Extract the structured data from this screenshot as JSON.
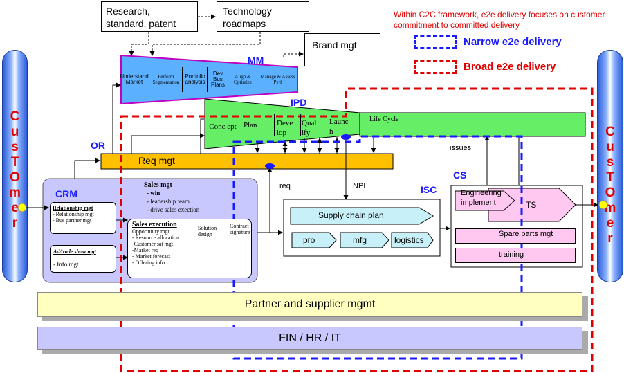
{
  "top": {
    "research": "Research, standard, patent",
    "roadmaps": "Technology roadmaps",
    "brand": "Brand mgt"
  },
  "legend": {
    "note": "Within C2C framework, e2e delivery focuses on customer commitment to committed delivery",
    "narrow": "Narrow e2e delivery",
    "broad": "Broad e2e delivery"
  },
  "customer_left": [
    "C",
    "u",
    "s",
    "T",
    "O",
    "m",
    "e",
    "r"
  ],
  "customer_right": [
    "C",
    "u",
    "s",
    "T",
    "O",
    "m",
    "e",
    "r"
  ],
  "mm": {
    "label": "MM",
    "cells": [
      "Understand Market",
      "Perform Segmentation",
      "Portfolio analysis",
      "Dev Bus Plans",
      "Align & Optimize",
      "Manage & Assess Perf"
    ]
  },
  "ipd": {
    "label": "IPD",
    "cells": [
      "Conc ept",
      "Plan",
      "Deve lop",
      "Qual ify",
      "Launc h",
      "Life Cycle"
    ]
  },
  "or_label": "OR",
  "req_mgt": "Req mgt",
  "issues": "issues",
  "req": "req",
  "npi": "NPI",
  "crm": {
    "label": "CRM",
    "relationship_title": "Relationship mgt",
    "relationship_items": [
      "- Relationship mgt",
      "- Bus partner mgt"
    ],
    "ad_title": "Ad/trade show mgt",
    "ad_items": [
      "- Info mgt"
    ],
    "sales_title": "Sales mgt",
    "sales_items": [
      "- win",
      "- leadership team",
      "- drive sales exection"
    ],
    "exec_title": "Sales execution",
    "exec_items": [
      "Opportunity mgt",
      "- Resource allocation",
      "-Customer sat mgt",
      "-Market req",
      "- Market forecast",
      "- Offering info"
    ],
    "solution": "Solution design",
    "contract": "Contract signature"
  },
  "isc": {
    "label": "ISC",
    "plan": "Supply chain plan",
    "pro": "pro",
    "mfg": "mfg",
    "logistics": "logistics"
  },
  "cs": {
    "label": "CS",
    "engineering": "Engineering implement",
    "ts": "TS",
    "spare": "Spare parts mgt",
    "training": "training"
  },
  "partner": "Partner and supplier mgmt",
  "fin": "FIN / HR / IT",
  "colors": {
    "red": "#e00000",
    "blue": "#1a1aff",
    "mm_fill": "#5bb0ff",
    "mm_border": "#c000c0",
    "ipd_fill": "#66ee66",
    "req_fill": "#ffc000",
    "crm_fill": "#c8c8ff",
    "isc_arrow": "#c8f0f8",
    "cs_pink": "#ffc8f0",
    "partner_fill": "#ffffc0",
    "fin_fill": "#c8c8ff"
  }
}
